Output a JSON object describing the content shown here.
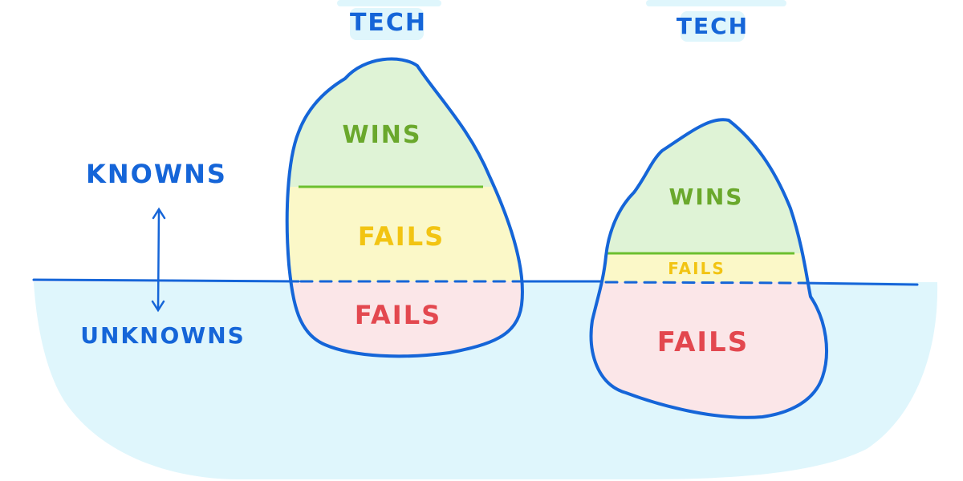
{
  "headings": {
    "left_tech": "TECH",
    "right_tech": "TECH"
  },
  "axis": {
    "knowns": "KNOWNS",
    "unknowns": "UNKNOWNS"
  },
  "left_iceberg": {
    "wins": "WINS",
    "fails_above": "FAILS",
    "fails_below": "FAILS"
  },
  "right_iceberg": {
    "wins": "WINS",
    "fails_above": "FAILS",
    "fails_below": "FAILS"
  },
  "colors": {
    "outline": "#1565d8",
    "water": "#dff6fc",
    "wins_fill": "#dff3d6",
    "wins_text": "#6aa82c",
    "fails_fill": "#fbf8c8",
    "fails_text": "#f2c412",
    "fails_below_fill": "#fbe6e8",
    "fails_below_text": "#e3484f",
    "divider_green": "#6cbf2f",
    "divider_yellow": "#f2d23a",
    "label_blue": "#1565d8",
    "heading_bg": "#dff6fc"
  }
}
